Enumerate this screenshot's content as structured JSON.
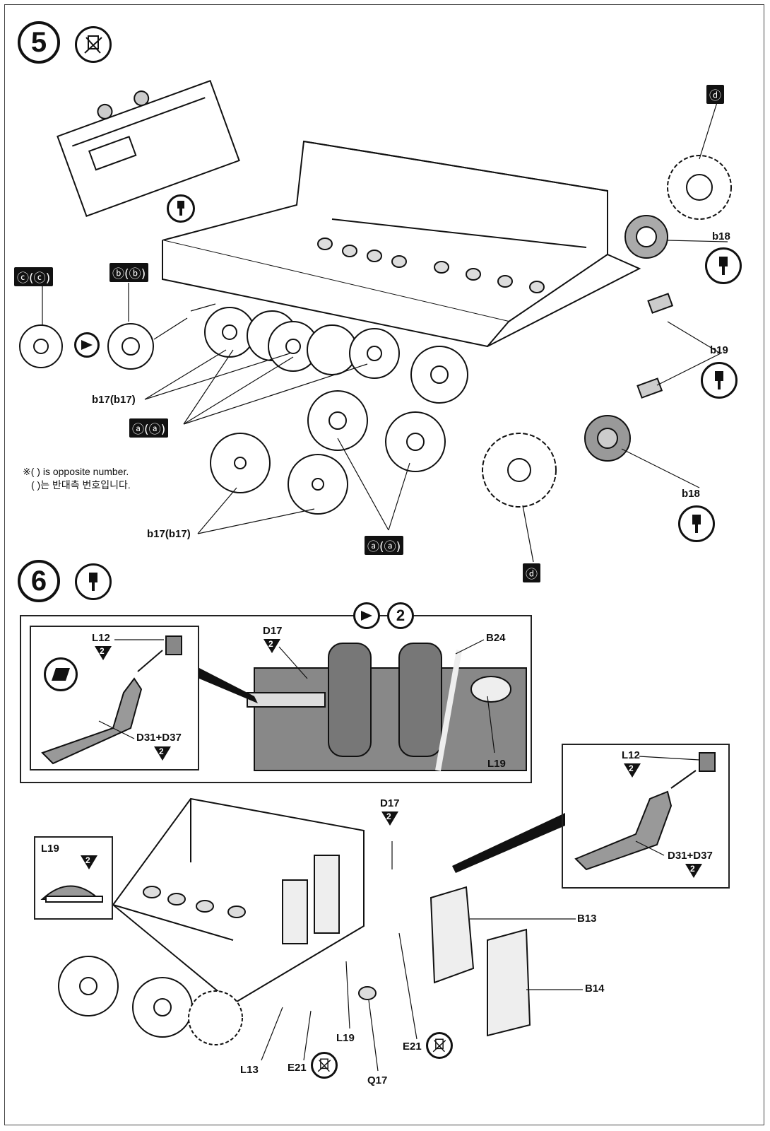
{
  "step5": {
    "number": "5",
    "labels": {
      "d_top": "ⓓ",
      "b18_top": "b18",
      "c_pair": "ⓒ(ⓒ)",
      "b_pair": "ⓑ(ⓑ)",
      "b19": "b19",
      "b17_upper": "b17(b17)",
      "a_pair_upper": "ⓐ(ⓐ)",
      "b18_bottom": "b18",
      "b17_lower": "b17(b17)",
      "a_pair_lower": "ⓐ(ⓐ)",
      "d_bottom": "ⓓ"
    },
    "note_line1": "※( ) is opposite number.",
    "note_line2": "( )는 반대측 번호입니다."
  },
  "step6": {
    "number": "6",
    "header_badge": "2",
    "inset_left": {
      "l12": "L12",
      "l12_num": "2",
      "d31": "D31+D37",
      "d31_num": "2"
    },
    "inset_center": {
      "d17": "D17",
      "d17_num": "2",
      "b24": "B24",
      "l19": "L19"
    },
    "inset_right": {
      "l12": "L12",
      "l12_num": "2",
      "d31": "D31+D37",
      "d31_num": "2"
    },
    "inset_l19": {
      "l19": "L19",
      "num": "2"
    },
    "main": {
      "d17": "D17",
      "d17_num": "2",
      "b13": "B13",
      "b14": "B14",
      "l19": "L19",
      "l13": "L13",
      "e21_a": "E21",
      "e21_b": "E21",
      "q17": "Q17"
    }
  }
}
